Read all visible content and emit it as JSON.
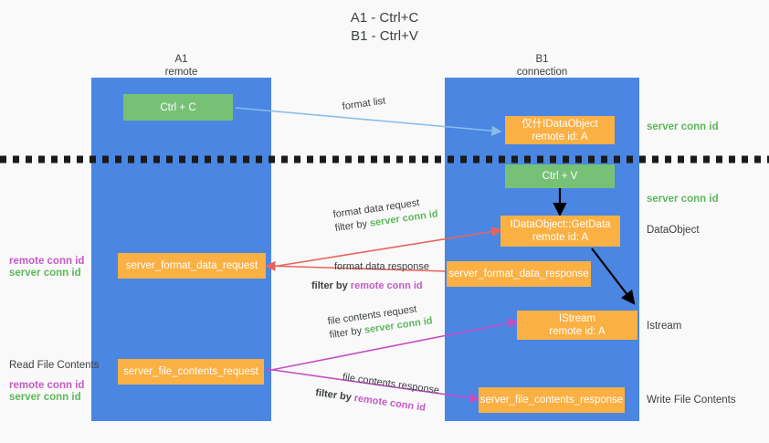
{
  "title": {
    "line1": "A1 - Ctrl+C",
    "line2": "B1 - Ctrl+V"
  },
  "lanes": [
    {
      "name": "A1",
      "sub": "remote"
    },
    {
      "name": "B1",
      "sub": "connection"
    }
  ],
  "boxes": {
    "ctrl_c": "Ctrl + C",
    "ctrl_v": "Ctrl + V",
    "idataobject_l1": "仅什IDataObject",
    "idataobject_l2": "remote id: A",
    "getdata_l1": "IDataObject::GetData",
    "getdata_l2": "remote id: A",
    "istream_l1": "IStream",
    "istream_l2": "remote id: A",
    "server_format_data_request": "server_format_data_request",
    "server_format_data_response": "server_format_data_response",
    "server_file_contents_request": "server_file_contents_request",
    "server_file_contents_response": "server_file_contents_response"
  },
  "right_labels": {
    "server_conn_id_top": "server conn id",
    "server_conn_id_mid": "server conn id",
    "dataobject": "DataObject",
    "istream": "Istream",
    "write_file_contents": "Write File Contents"
  },
  "left_labels": {
    "remote_conn_id_1": "remote conn id",
    "server_conn_id_1": "server conn id",
    "read_file_contents": "Read File Contents",
    "remote_conn_id_2": "remote conn id",
    "server_conn_id_2": "server conn id"
  },
  "edges": {
    "format_list": "format list",
    "format_data_request": "format data request",
    "filter_by": "filter by ",
    "server_conn_id": "server conn id",
    "format_data_response": "format data response",
    "remote_conn_id": "remote conn id",
    "file_contents_request": "file contents request",
    "file_contents_response": "file contents response"
  },
  "colors": {
    "lane": "#4a86e2",
    "green_box": "#77c176",
    "orange_box": "#fbb043",
    "green_text": "#5cb85c",
    "purple_text": "#c45ac4",
    "red_arrow": "#e8645a",
    "magenta_arrow": "#c44dc4",
    "light_blue_arrow": "#86bdeb",
    "black_arrow": "#000000",
    "divider": "#1a1a1a"
  }
}
